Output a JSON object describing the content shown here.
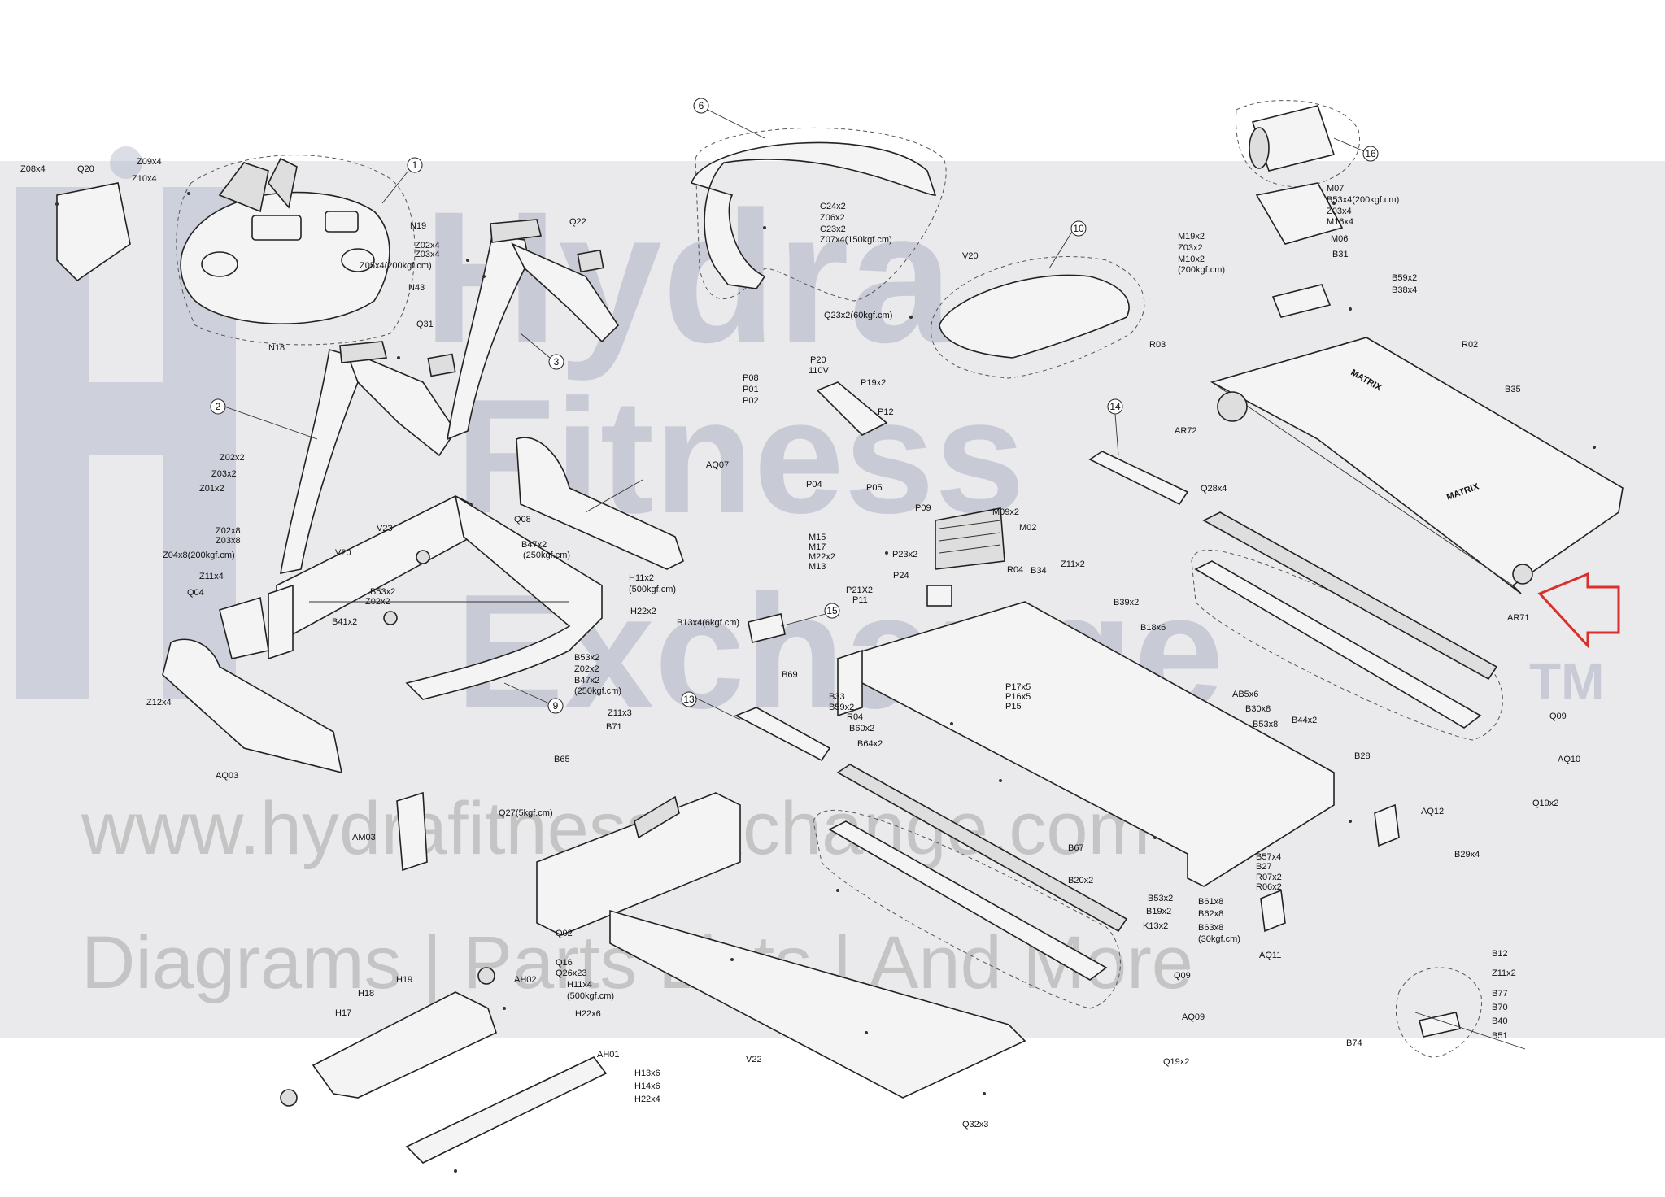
{
  "watermark": {
    "brand_line1": "Hydra",
    "brand_line2": "Fitness",
    "brand_line3": "Exchange",
    "trademark": "TM",
    "url": "www.hydrafitnessexchange.com",
    "tagline": "Diagrams | Parts Lists | And More"
  },
  "belt_logo": "MATRIX",
  "colors": {
    "arrow": "#d9302c",
    "watermark_band": "#d9d9dc",
    "watermark_text": "#9fa6bd"
  },
  "callouts": {
    "c1": "1",
    "c2": "2",
    "c3": "3",
    "c6": "6",
    "c9": "9",
    "c10": "10",
    "c13": "13",
    "c14": "14",
    "c15": "15",
    "c16": "16"
  },
  "labels": {
    "z08x4": "Z08x4",
    "q20": "Q20",
    "z09x4": "Z09x4",
    "z10x4": "Z10x4",
    "n19": "N19",
    "z02x4": "Z02x4",
    "z03x4": "Z03x4",
    "z05x4": "Z05x4(200kgf.cm)",
    "n43": "N43",
    "q22": "Q22",
    "q31": "Q31",
    "n18": "N18",
    "z02x2a": "Z02x2",
    "z03x2a": "Z03x2",
    "z01x2": "Z01x2",
    "z02x8": "Z02x8",
    "z03x8": "Z03x8",
    "z04x8": "Z04x8(200kgf.cm)",
    "z11x4": "Z11x4",
    "q04": "Q04",
    "v23": "V23",
    "v20a": "V20",
    "b47x2a": "B47x2",
    "b47x2a_t": "(250kgf.cm)",
    "b53x2a": "B53x2",
    "z02x2b": "Z02x2",
    "b41x2": "B41x2",
    "h11x2": "H11x2",
    "h11x2_t": "(500kgf.cm)",
    "h22x2": "H22x2",
    "b53x2b": "B53x2",
    "z02x2c": "Z02x2",
    "b47x2b": "B47x2",
    "b47x2b_t": "(250kgf.cm)",
    "q08": "Q08",
    "aq07": "AQ07",
    "z12x4": "Z12x4",
    "aq03": "AQ03",
    "c24x2": "C24x2",
    "z06x2": "Z06x2",
    "c23x2": "C23x2",
    "z07x4": "Z07x4(150kgf.cm)",
    "v20b": "V20",
    "q23x2": "Q23x2(60kgf.cm)",
    "p20": "P20",
    "v110": "110V",
    "p08": "P08",
    "p01": "P01",
    "p02": "P02",
    "p19x2": "P19x2",
    "p12": "P12",
    "p04": "P04",
    "p05": "P05",
    "m07": "M07",
    "b53x4": "B53x4(200kgf.cm)",
    "z03x4b": "Z03x4",
    "m16x4": "M16x4",
    "m19x2": "M19x2",
    "z03x2b": "Z03x2",
    "m10x2": "M10x2",
    "m10x2_t": "(200kgf.cm)",
    "m06": "M06",
    "b31": "B31",
    "b59x2a": "B59x2",
    "b38x4": "B38x4",
    "r03": "R03",
    "r02": "R02",
    "b35": "B35",
    "ar72": "AR72",
    "ar71": "AR71",
    "q28x4": "Q28x4",
    "p09": "P09",
    "m09x2": "M09x2",
    "m02": "M02",
    "m15": "M15",
    "m17": "M17",
    "m22x2": "M22x2",
    "m13": "M13",
    "p23x2": "P23x2",
    "p24": "P24",
    "r04a": "R04",
    "b34": "B34",
    "z11x2a": "Z11x2",
    "b39x2": "B39x2",
    "p21x2": "P21X2",
    "p11": "P11",
    "b13x4": "B13x4(6kgf.cm)",
    "b69": "B69",
    "b18x6": "B18x6",
    "b33": "B33",
    "b59x2b": "B59x2",
    "r04b": "R04",
    "b60x2": "B60x2",
    "b64x2": "B64x2",
    "p17x5": "P17x5",
    "p16x5": "P16x5",
    "p15": "P15",
    "ab5x6": "AB5x6",
    "b30x8": "B30x8",
    "b53x8": "B53x8",
    "b44x2": "B44x2",
    "b28": "B28",
    "q09a": "Q09",
    "aq10": "AQ10",
    "q19x2a": "Q19x2",
    "z11x3": "Z11x3",
    "b71": "B71",
    "b65": "B65",
    "q27": "Q27(5kgf.cm)",
    "am03": "AM03",
    "b67": "B67",
    "aq12": "AQ12",
    "b29x4": "B29x4",
    "b57x4": "B57x4",
    "b27": "B27",
    "r07x2": "R07x2",
    "r06x2": "R06x2",
    "b20x2": "B20x2",
    "b53x2c": "B53x2",
    "b19x2": "B19x2",
    "b61x8": "B61x8",
    "b62x8": "B62x8",
    "k13x2": "K13x2",
    "b63x8": "B63x8",
    "b63x8_t": "(30kgf.cm)",
    "aq11": "AQ11",
    "q02": "Q02",
    "q16": "Q16",
    "q26x23": "Q26x23",
    "q09b": "Q09",
    "aq09": "AQ09",
    "h18": "H18",
    "h19": "H19",
    "ah02": "AH02",
    "h11x4": "H11x4",
    "h11x4_t": "(500kgf.cm)",
    "h22x6": "H22x6",
    "h17": "H17",
    "ah01": "AH01",
    "h13x6": "H13x6",
    "h14x6": "H14x6",
    "h22x4": "H22x4",
    "v22": "V22",
    "q19x2b": "Q19x2",
    "q32x3": "Q32x3",
    "b12": "B12",
    "z11x2b": "Z11x2",
    "b77": "B77",
    "b70": "B70",
    "b40": "B40",
    "b51": "B51",
    "b74": "B74"
  }
}
